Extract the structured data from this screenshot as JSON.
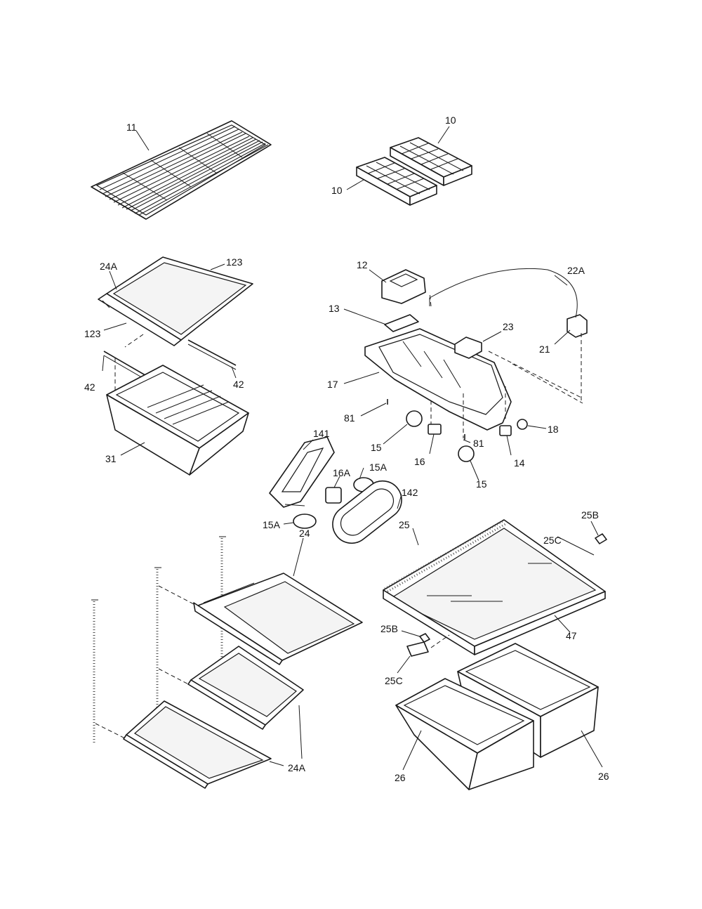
{
  "callouts": {
    "c11": "11",
    "c10a": "10",
    "c10b": "10",
    "c24a_top": "24A",
    "c123a": "123",
    "c123b": "123",
    "c42a": "42",
    "c42b": "42",
    "c31": "31",
    "c12": "12",
    "c22a": "22A",
    "c13": "13",
    "c23": "23",
    "c21": "21",
    "c17": "17",
    "c81a": "81",
    "c81b": "81",
    "c18": "18",
    "c15a": "15",
    "c15b": "15",
    "c16": "16",
    "c14": "14",
    "c141": "141",
    "c16a": "16A",
    "c15a_1": "15A",
    "c15a_2": "15A",
    "c142": "142",
    "c25": "25",
    "c25c_top": "25C",
    "c25b_top": "25B",
    "c24": "24",
    "c47": "47",
    "c25b_bot": "25B",
    "c25c_bot": "25C",
    "c24a_bot": "24A",
    "c26a": "26",
    "c26b": "26"
  }
}
